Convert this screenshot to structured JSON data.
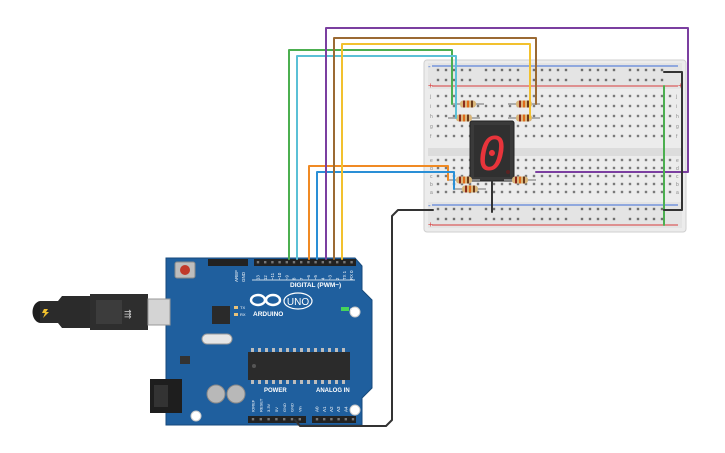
{
  "arduino": {
    "brand": "ARDUINO",
    "model": "UNO",
    "header_label": "DIGITAL (PWM~)",
    "power_label": "POWER",
    "analog_label": "ANALOG IN",
    "on_label": "ON",
    "tx_label": "TX",
    "rx_label": "RX",
    "aref_label": "AREF",
    "gnd_label": "GND",
    "digital_pins": [
      "13",
      "12",
      "~11",
      "~10",
      "~9",
      "8",
      "7",
      "~6",
      "~5",
      "4",
      "~3",
      "2",
      "TX 1",
      "RX 0"
    ],
    "power_pins": [
      "IOREF",
      "RESET",
      "3.3V",
      "5V",
      "GND",
      "GND",
      "Vin"
    ],
    "analog_pins": [
      "A0",
      "A1",
      "A2",
      "A3",
      "A4",
      "A5"
    ]
  },
  "breadboard": {
    "row_letters_top": [
      "j",
      "i",
      "h",
      "g",
      "f"
    ],
    "row_letters_bottom": [
      "e",
      "d",
      "c",
      "b",
      "a"
    ],
    "rail_plus": "+",
    "rail_minus": "-"
  },
  "display": {
    "digit": "0",
    "segment_color": "#e8343b"
  },
  "colors": {
    "board_blue": "#1f5f9e",
    "wire_green": "#4caf50",
    "wire_cyan": "#5bc0d6",
    "wire_brown": "#9b6a34",
    "wire_yellow": "#f2c12e",
    "wire_orange": "#f08a24",
    "wire_blue": "#2a8fd6",
    "wire_purple": "#7b3fa0",
    "wire_black": "#333333"
  }
}
